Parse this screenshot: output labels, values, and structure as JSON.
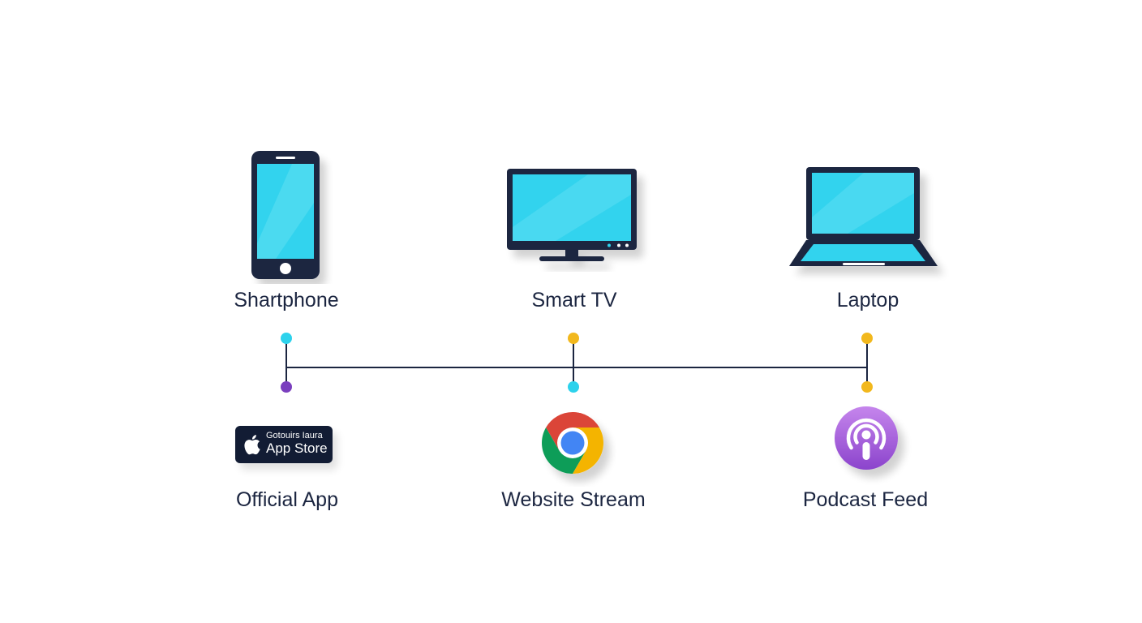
{
  "devices": [
    {
      "id": "smartphone",
      "label": "Shartphone"
    },
    {
      "id": "smart-tv",
      "label": "Smart TV"
    },
    {
      "id": "laptop",
      "label": "Laptop"
    }
  ],
  "channels": [
    {
      "id": "official-app",
      "label": "Official App"
    },
    {
      "id": "website-stream",
      "label": "Website Stream"
    },
    {
      "id": "podcast-feed",
      "label": "Podcast Feed"
    }
  ],
  "app_store_badge": {
    "small_text": "Gotouirs Iaura",
    "big_text": "App Store"
  },
  "colors": {
    "navy": "#1b2540",
    "screen": "#33d3ee",
    "cyan_dot": "#2dd2ec",
    "yellow_dot": "#f2b81d",
    "purple_dot": "#7a3fbe",
    "podcast_purple": "#a462d8"
  },
  "icons": {
    "device_1": "smartphone-icon",
    "device_2": "tv-icon",
    "device_3": "laptop-icon",
    "channel_1": "apple-icon",
    "channel_2": "chrome-icon",
    "channel_3": "podcast-icon"
  }
}
